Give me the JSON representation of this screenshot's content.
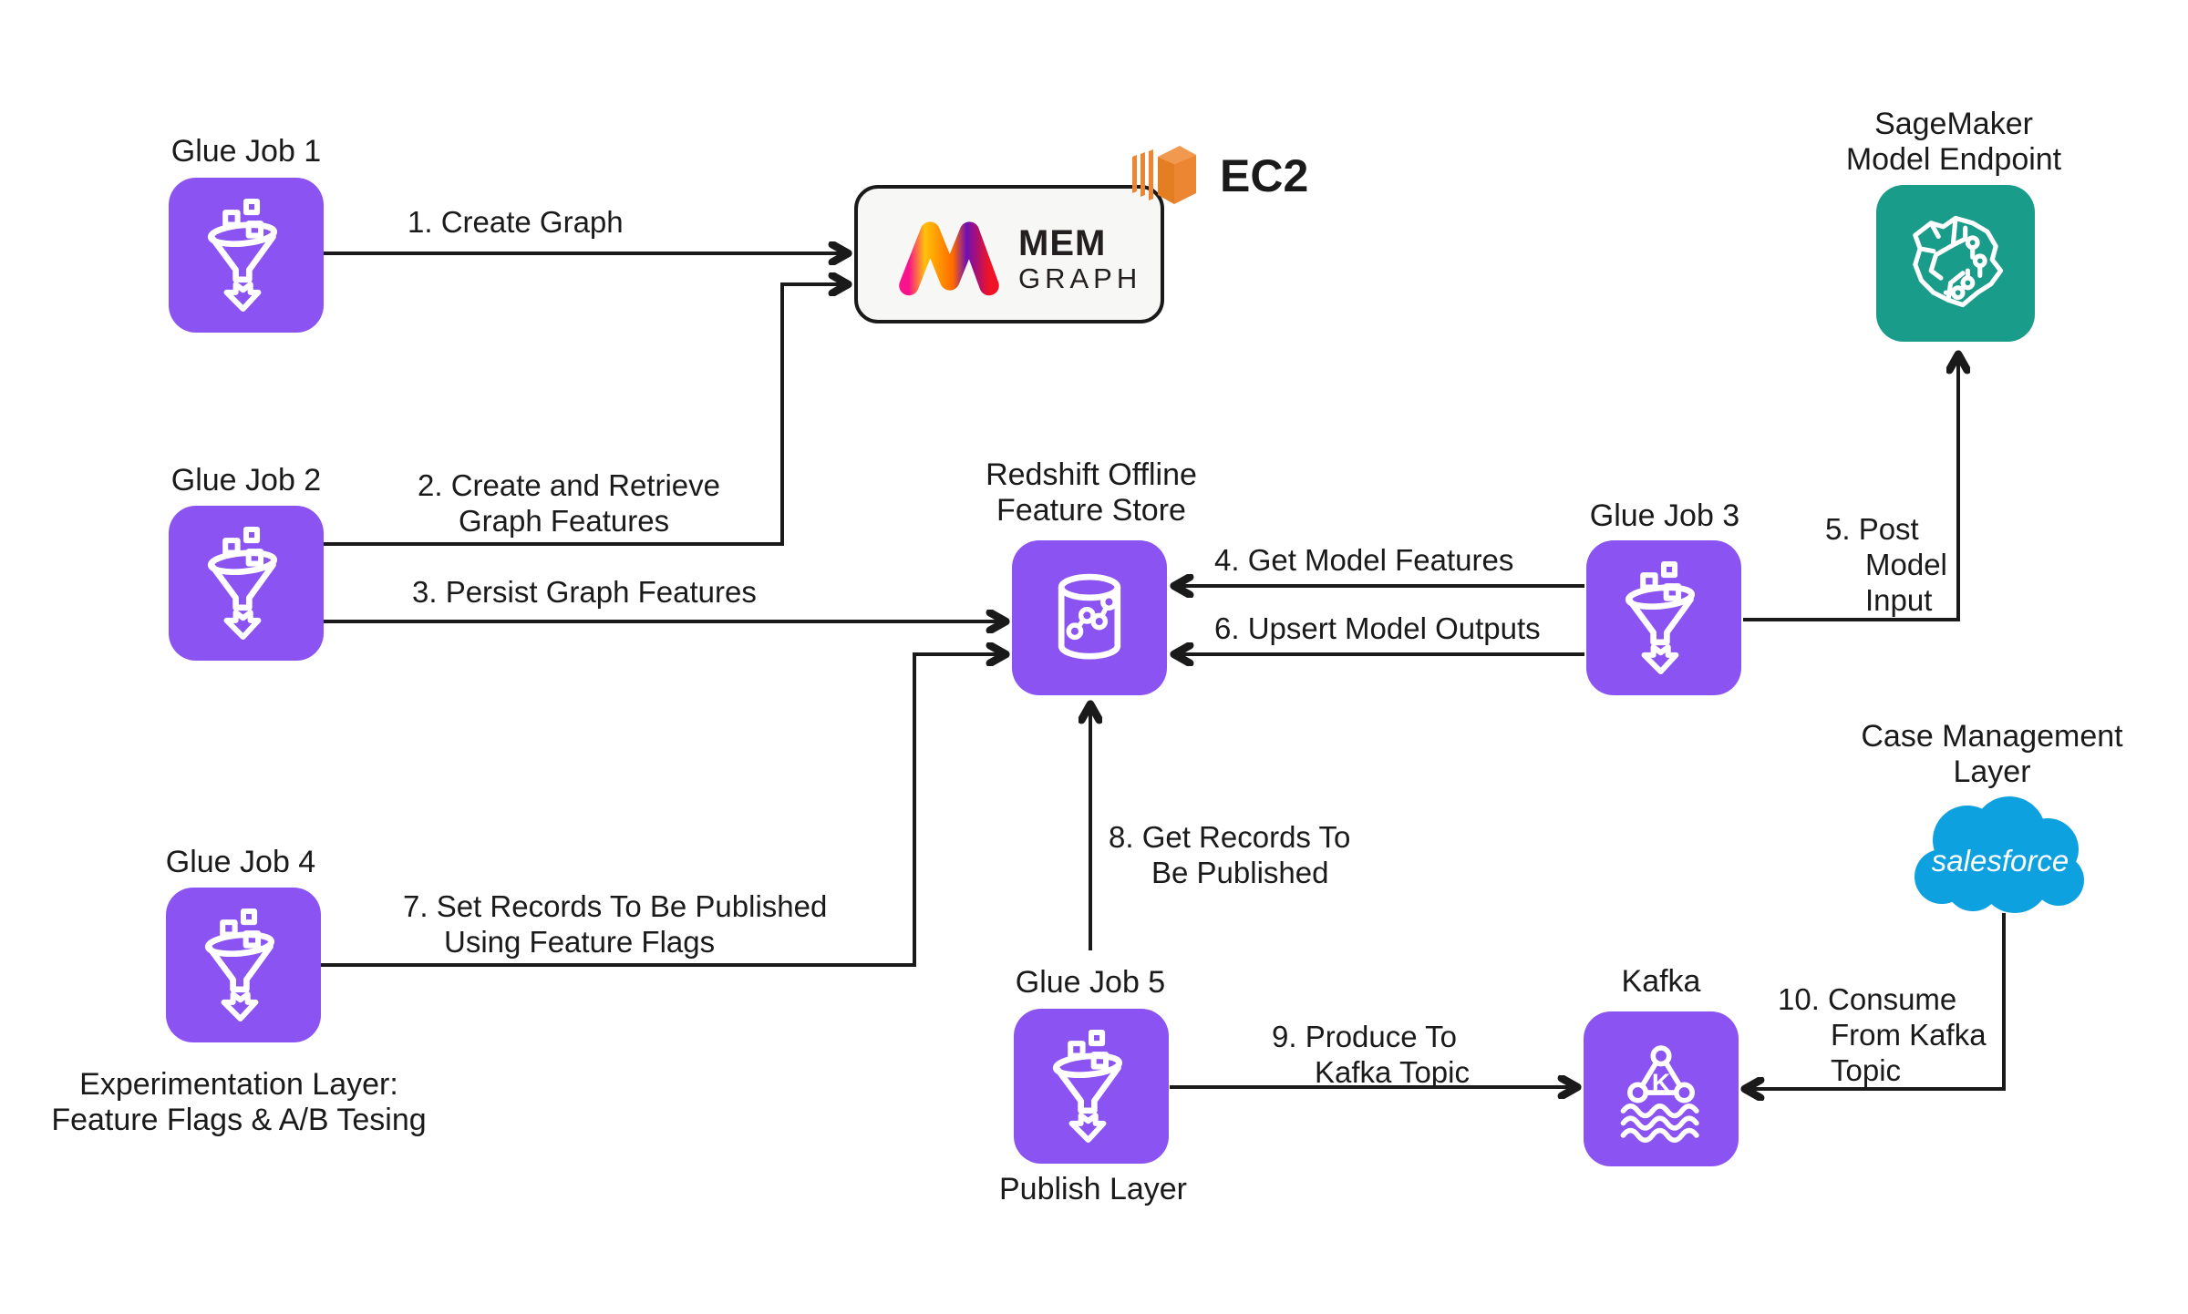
{
  "colors": {
    "ink": "#1A1A1A",
    "glue_purple": "#8A53F2",
    "sagemaker_teal": "#1A9C8A",
    "ec2_orange": "#ED8633",
    "salesforce_blue": "#0EA1DF",
    "memgraph_box_bg": "#F7F7F6",
    "memgraph_gradient": [
      "#F9138C",
      "#FFC10A",
      "#FF7A00",
      "#6F0FB4",
      "#F01226"
    ]
  },
  "nodes": {
    "glue1": {
      "label": "Glue Job 1"
    },
    "glue2": {
      "label": "Glue Job 2"
    },
    "glue3": {
      "label": "Glue Job 3"
    },
    "glue4": {
      "label": "Glue Job 4",
      "sub1": "Experimentation Layer:",
      "sub2": "Feature Flags & A/B Tesing"
    },
    "glue5": {
      "label": "Glue Job 5",
      "sub": "Publish Layer"
    },
    "memgraph": {
      "word1": "MEM",
      "word2": "GRAPH",
      "host": "EC2"
    },
    "redshift": {
      "label1": "Redshift Offline",
      "label2": "Feature Store"
    },
    "sagemaker": {
      "label1": "SageMaker",
      "label2": "Model Endpoint"
    },
    "kafka": {
      "label": "Kafka",
      "icon_letter": "K"
    },
    "salesforce": {
      "wordmark": "salesforce",
      "label1": "Case Management",
      "label2": "Layer"
    }
  },
  "edges": {
    "e1": {
      "lines": [
        "1. Create Graph"
      ]
    },
    "e2": {
      "lines": [
        "2. Create and Retrieve",
        "Graph Features"
      ]
    },
    "e3": {
      "lines": [
        "3. Persist Graph Features"
      ]
    },
    "e4": {
      "lines": [
        "4. Get Model Features"
      ]
    },
    "e5": {
      "lines": [
        "5. Post",
        "Model",
        "Input"
      ]
    },
    "e6": {
      "lines": [
        "6. Upsert Model Outputs"
      ]
    },
    "e7": {
      "lines": [
        "7. Set Records To Be Published",
        "Using Feature Flags"
      ]
    },
    "e8": {
      "lines": [
        "8. Get Records To",
        "Be Published"
      ]
    },
    "e9": {
      "lines": [
        "9. Produce To",
        "Kafka Topic"
      ]
    },
    "e10": {
      "lines": [
        "10. Consume",
        "From Kafka",
        "Topic"
      ]
    }
  }
}
